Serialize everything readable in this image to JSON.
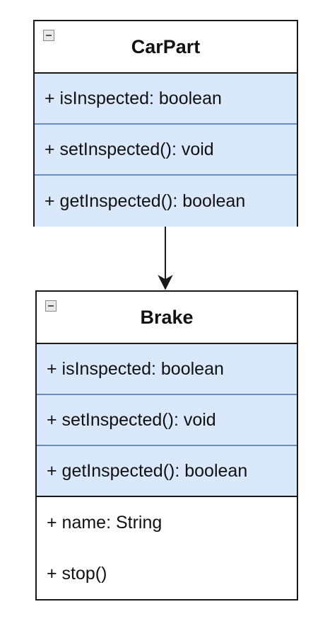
{
  "classes": {
    "carpart": {
      "name": "CarPart",
      "members": [
        "+ isInspected: boolean",
        "+ setInspected(): void",
        "+ getInspected(): boolean"
      ]
    },
    "brake": {
      "name": "Brake",
      "inherited_members": [
        "+ isInspected: boolean",
        "+ setInspected(): void",
        "+ getInspected(): boolean"
      ],
      "own_members": [
        "+ name: String",
        "+ stop()"
      ]
    }
  },
  "relationship": {
    "from": "CarPart",
    "to": "Brake",
    "style": "solid-arrow"
  },
  "colors": {
    "inherited_fill": "#dae8fc",
    "inherited_border": "#6c8ebf",
    "box_border": "#1a1a1a"
  },
  "icons": {
    "collapse_toggle": "minus-square-icon"
  }
}
